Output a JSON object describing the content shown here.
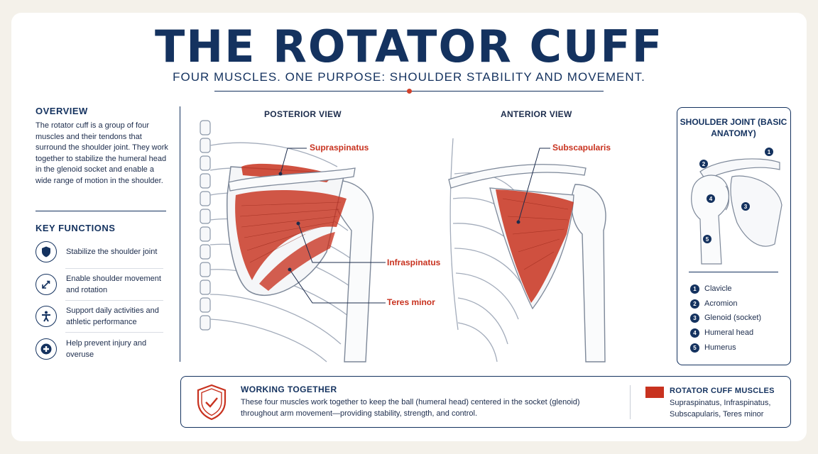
{
  "title": "THE ROTATOR CUFF",
  "subtitle": "FOUR MUSCLES. ONE PURPOSE: SHOULDER STABILITY AND MOVEMENT.",
  "overview": {
    "heading": "OVERVIEW",
    "text": "The rotator cuff is a group of four muscles and their tendons that surround the shoulder joint. They work together to stabilize the humeral head in the glenoid socket and enable a wide range of motion in the shoulder."
  },
  "key_functions": {
    "heading": "KEY FUNCTIONS",
    "items": [
      {
        "label": "Stabilize the shoulder joint",
        "icon": "shield-icon"
      },
      {
        "label": "Enable shoulder movement and rotation",
        "icon": "rotation-arrows-icon"
      },
      {
        "label": "Support daily activities and athletic performance",
        "icon": "athlete-icon"
      },
      {
        "label": "Help prevent injury and overuse",
        "icon": "medical-cross-icon"
      }
    ]
  },
  "posterior": {
    "title": "POSTERIOR VIEW",
    "labels": {
      "supraspinatus": "Supraspinatus",
      "infraspinatus": "Infraspinatus",
      "teres_minor": "Teres minor"
    }
  },
  "anterior": {
    "title": "ANTERIOR VIEW",
    "labels": {
      "subscapularis": "Subscapularis"
    }
  },
  "joint": {
    "title": "SHOULDER JOINT (BASIC ANATOMY)",
    "legend": [
      {
        "num": "1",
        "label": "Clavicle"
      },
      {
        "num": "2",
        "label": "Acromion"
      },
      {
        "num": "3",
        "label": "Glenoid (socket)"
      },
      {
        "num": "4",
        "label": "Humeral head"
      },
      {
        "num": "5",
        "label": "Humerus"
      }
    ]
  },
  "working_together": {
    "heading": "WORKING TOGETHER",
    "text": "These four muscles work together to keep the ball (humeral head) centered in the socket (glenoid) throughout arm movement—providing stability, strength, and control."
  },
  "legend_box": {
    "heading": "ROTATOR CUFF MUSCLES",
    "text": "Supraspinatus, Infraspinatus, Subscapularis, Teres minor",
    "color": "#c8321f"
  },
  "colors": {
    "navy": "#14325f",
    "muscle_red": "#c8321f",
    "background": "#f4f1ea"
  }
}
